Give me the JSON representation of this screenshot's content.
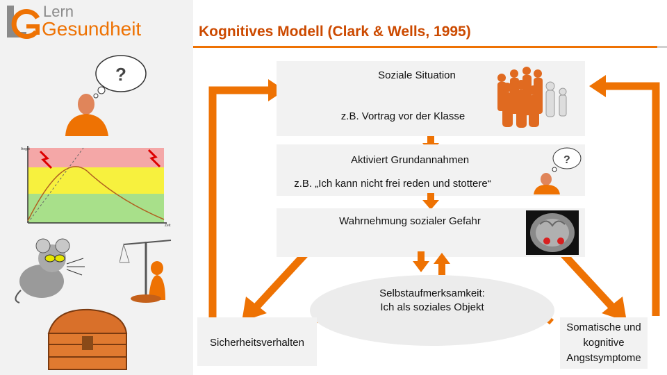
{
  "logo": {
    "top": "Lern",
    "bottom": "Gesundheit"
  },
  "title": "Kognitives Modell (Clark & Wells, 1995)",
  "boxes": {
    "situation": {
      "line1": "Soziale Situation",
      "line2": "z.B. Vortrag vor der Klasse"
    },
    "beliefs": {
      "line1": "Aktiviert Grundannahmen",
      "line2": "z.B. „Ich kann nicht frei reden und stottere“"
    },
    "danger": {
      "line1": "Wahrnehmung sozialer Gefahr"
    },
    "selffocus": {
      "line1": "Selbstaufmerksamkeit:",
      "line2": "Ich als soziales Objekt"
    },
    "safety": {
      "line1": "Sicherheitsverhalten"
    },
    "symptoms": {
      "line1": "Somatische und",
      "line2": "kognitive",
      "line3": "Angstsymptome"
    }
  },
  "graph": {
    "ylabel": "Angst",
    "xlabel": "Zeit"
  },
  "colors": {
    "accent": "#ee7203",
    "title": "#cc4a00",
    "box": "#f2f2f2"
  },
  "icons": [
    "person-thinking-icon",
    "question-bubble-icon",
    "anxiety-graph-icon",
    "mouse-icon",
    "scale-person-icon",
    "treasure-chest-icon",
    "crowd-icon",
    "brain-scan-icon"
  ]
}
